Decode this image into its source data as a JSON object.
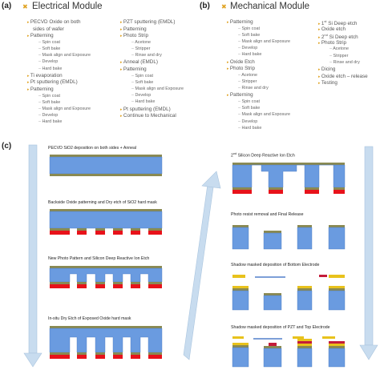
{
  "panel_a": {
    "label": "(a)",
    "title": "Electrical Module",
    "col1": [
      {
        "text": "PECVD Oxide on both",
        "lvl": 1
      },
      {
        "text": "sides of wafer",
        "lvl": 1,
        "cont": true
      },
      {
        "text": "Patterning",
        "lvl": 1
      },
      {
        "text": "Spin coat",
        "lvl": 2
      },
      {
        "text": "Soft bake",
        "lvl": 2
      },
      {
        "text": "Mask align and Exposure",
        "lvl": 2
      },
      {
        "text": "Develop",
        "lvl": 2
      },
      {
        "text": "Hard bake",
        "lvl": 2
      },
      {
        "text": "Ti evaporation",
        "lvl": 1
      },
      {
        "text": "Pt sputtering (EMDL)",
        "lvl": 1
      },
      {
        "text": "Patterning",
        "lvl": 1
      },
      {
        "text": "Spin coat",
        "lvl": 2
      },
      {
        "text": "Soft bake",
        "lvl": 2
      },
      {
        "text": "Mask align and Exposure",
        "lvl": 2
      },
      {
        "text": "Develop",
        "lvl": 2
      },
      {
        "text": "Hard bake",
        "lvl": 2
      }
    ],
    "col2": [
      {
        "text": "PZT sputtering (EMDL)",
        "lvl": 1
      },
      {
        "text": "Patterning",
        "lvl": 1
      },
      {
        "text": "Photo Strip",
        "lvl": 1
      },
      {
        "text": "Acetone",
        "lvl": 2
      },
      {
        "text": "Stripper",
        "lvl": 2
      },
      {
        "text": "Rinse and dry",
        "lvl": 2
      },
      {
        "text": "Anneal (EMDL)",
        "lvl": 1
      },
      {
        "text": "Patterning",
        "lvl": 1
      },
      {
        "text": "Spin coat",
        "lvl": 2
      },
      {
        "text": "Soft bake",
        "lvl": 2
      },
      {
        "text": "Mask align and Exposure",
        "lvl": 2
      },
      {
        "text": "Develop",
        "lvl": 2
      },
      {
        "text": "Hard bake",
        "lvl": 2
      },
      {
        "text": "Pt sputtering (EMDL)",
        "lvl": 1
      },
      {
        "text": "Continue to Mechanical",
        "lvl": 1
      }
    ]
  },
  "panel_b": {
    "label": "(b)",
    "title": "Mechanical Module",
    "col1": [
      {
        "text": "Patterning",
        "lvl": 1
      },
      {
        "text": "Spin coat",
        "lvl": 2
      },
      {
        "text": "Soft bake",
        "lvl": 2
      },
      {
        "text": "Mask align and Exposure",
        "lvl": 2
      },
      {
        "text": "Develop",
        "lvl": 2
      },
      {
        "text": "Hard bake",
        "lvl": 2
      },
      {
        "text": "Oxide Etch",
        "lvl": 1
      },
      {
        "text": "Photo Strip",
        "lvl": 1
      },
      {
        "text": "Acetone",
        "lvl": 2
      },
      {
        "text": "Stripper",
        "lvl": 2
      },
      {
        "text": "Rinse and dry",
        "lvl": 2
      },
      {
        "text": "Patterning",
        "lvl": 1
      },
      {
        "text": "Spin coat",
        "lvl": 2
      },
      {
        "text": "Soft bake",
        "lvl": 2
      },
      {
        "text": "Mask align and Exposure",
        "lvl": 2
      },
      {
        "text": "Develop",
        "lvl": 2
      },
      {
        "text": "Hard bake",
        "lvl": 2
      }
    ],
    "col2": [
      {
        "text": "1st Si Deep etch",
        "lvl": 1
      },
      {
        "text": "Oxide etch",
        "lvl": 1
      },
      {
        "text": "2nd Si Deep etch",
        "lvl": 1
      },
      {
        "text": "Photo Strip",
        "lvl": 1
      },
      {
        "text": "Acetone",
        "lvl": 2
      },
      {
        "text": "Stripper",
        "lvl": 2
      },
      {
        "text": "Rinse and dry",
        "lvl": 2
      },
      {
        "text": "Dicing",
        "lvl": 1
      },
      {
        "text": "Oxide etch – release",
        "lvl": 1
      },
      {
        "text": "Testing",
        "lvl": 1
      }
    ]
  },
  "panel_c": {
    "label": "(c)",
    "steps": [
      "PECVD SiO2 deposition on both sides + Anneal",
      "Backside Oxide patterning and Dry etch of SiO2 hard mask",
      "New Photo Pattern and Silicon Deep Reactive Ion Etch",
      "In-situ Dry Etch of Exposed Oxide hard mask",
      "2nd Silicon Deep Reactive Ion Etch",
      "Photo resist removal and Final Release",
      "Shadow masked deposition of Bottom Electrode",
      "Shadow masked deposition of PZT and Top Electrode"
    ]
  },
  "colors": {
    "silicon": "#6a9be0",
    "oxide": "#8a8a52",
    "resist": "#e8121a",
    "electrode": "#e8c21c",
    "pzt": "#c41c3a",
    "bullet": "#e0a322",
    "arrow": "#c8dcef"
  }
}
